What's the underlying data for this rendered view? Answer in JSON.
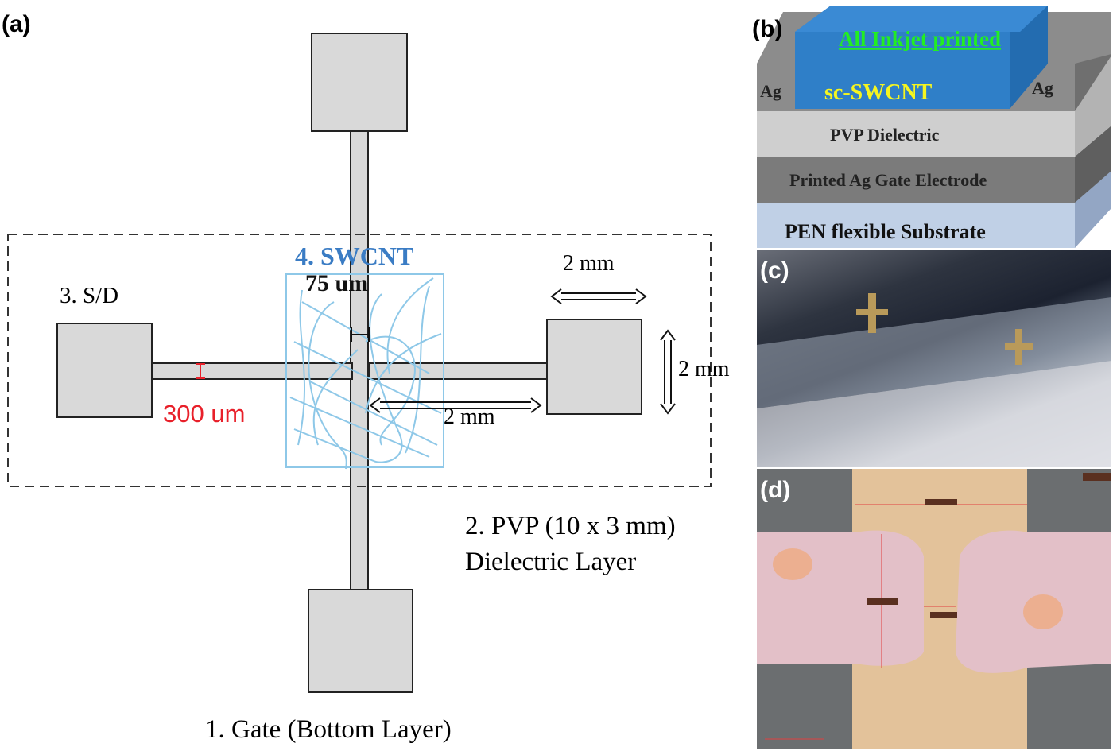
{
  "panels": {
    "a": {
      "label": "(a)",
      "gate_label": "1. Gate (Bottom Layer)",
      "pvp_label_line1": "2. PVP (10 x 3 mm)",
      "pvp_label_line2": "Dielectric Layer",
      "sd_label": "3. S/D",
      "swcnt_label": "4. SWCNT",
      "channel_label": "75 um",
      "line_width_label": "300 um",
      "pad_width_label": "2 mm",
      "pad_height_label": "2 mm",
      "spacing_label": "2 mm",
      "colors": {
        "swcnt": "#3a7cc4",
        "line_width": "#e8202a",
        "electrode_fill": "#d9d9d9"
      }
    },
    "b": {
      "label": "(b)",
      "title": "All Inkjet printed",
      "semiconductor": "sc-SWCNT",
      "contact_left": "Ag",
      "contact_right": "Ag",
      "dielectric": "PVP Dielectric",
      "gate": "Printed Ag Gate Electrode",
      "substrate": "PEN flexible Substrate",
      "colors": {
        "title": "#22ee22",
        "semiconductor_text": "#f5f520",
        "semiconductor": "#2f7fc8"
      }
    },
    "c": {
      "label": "(c)"
    },
    "d": {
      "label": "(d)"
    }
  }
}
